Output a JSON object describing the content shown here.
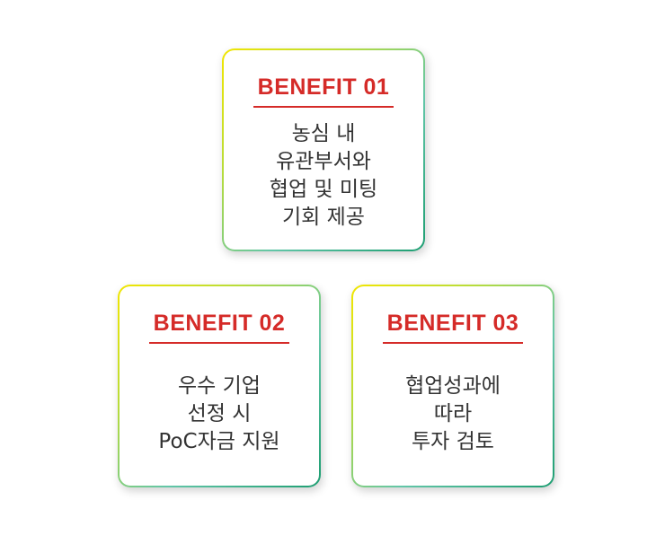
{
  "benefits": [
    {
      "title": "BENEFIT 01",
      "lines": [
        "농심 내",
        "유관부서와",
        "협업 및 미팅",
        "기회 제공"
      ]
    },
    {
      "title": "BENEFIT 02",
      "lines": [
        "우수 기업",
        "선정 시",
        "PoC자금 지원"
      ]
    },
    {
      "title": "BENEFIT 03",
      "lines": [
        "협업성과에",
        "따라",
        "투자 검토"
      ]
    }
  ],
  "colors": {
    "title_red": "#d52b28",
    "body_text": "#333333",
    "border_gradient_start": "#f2e600",
    "border_gradient_end": "#1e9e72"
  }
}
